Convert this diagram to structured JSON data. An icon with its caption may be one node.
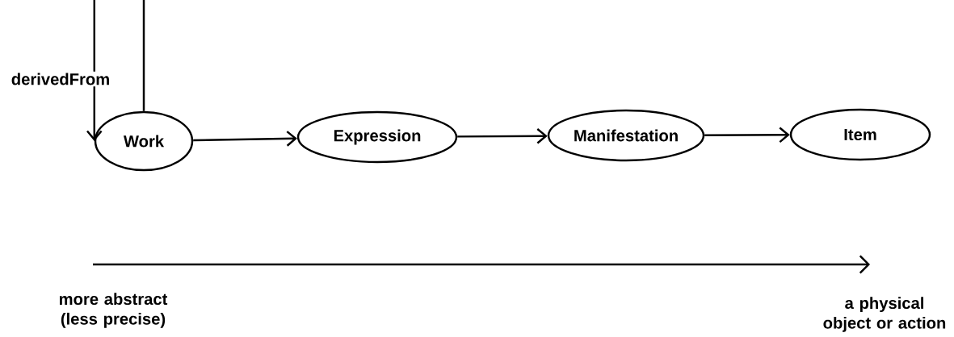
{
  "diagram": {
    "nodes": [
      {
        "text": [
          "Work"
        ]
      },
      {
        "text": [
          "Expression"
        ]
      },
      {
        "text": [
          "Manifestation"
        ]
      },
      {
        "text": [
          "Item"
        ]
      }
    ],
    "edges": [
      {
        "from": 0,
        "to": 0,
        "arrow": "to",
        "label": "derivedFrom"
      },
      {
        "from": 0,
        "to": 1,
        "arrow": "to"
      },
      {
        "from": 1,
        "to": 2,
        "arrow": "to"
      },
      {
        "from": 2,
        "to": 3,
        "arrow": "to"
      }
    ],
    "labels": [
      "more abstract (less precise)",
      "a physical object or action"
    ]
  }
}
